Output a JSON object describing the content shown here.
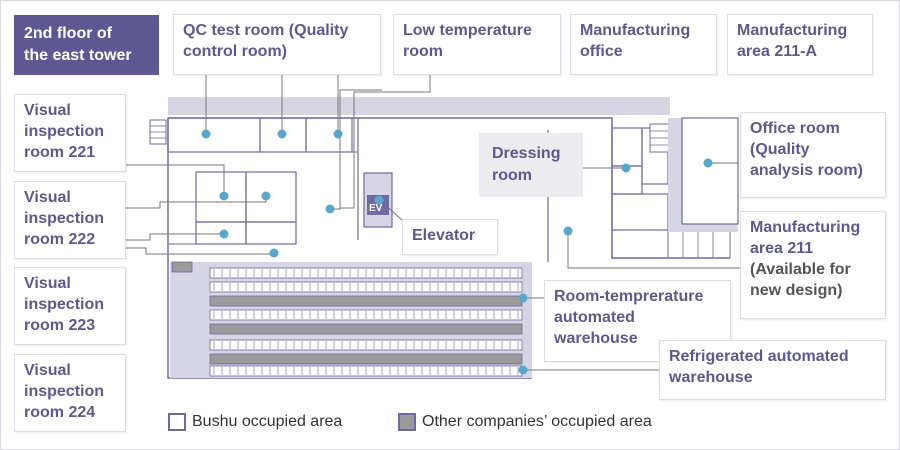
{
  "floor_title": {
    "line1": "2nd  floor of",
    "line2": "the east tower"
  },
  "labels": {
    "qc_test_room": {
      "line1": "QC test room (Quality",
      "line2": "control room)"
    },
    "low_temp_room": {
      "line1": "Low temperature",
      "line2": "room"
    },
    "manufacturing_office": {
      "line1": "Manufacturing",
      "line2": "office"
    },
    "mfg_area_211a": {
      "line1": "Manufacturing",
      "line2": "area 211-A"
    },
    "office_room": {
      "line1": "Office room",
      "line2": "(Quality",
      "line3": "analysis room)"
    },
    "mfg_area_211": {
      "line1": "Manufacturing",
      "line2": "area 211",
      "line3": "(Available for",
      "line4": "new design)"
    },
    "room_temp_warehouse": {
      "line1": "Room-temprerature",
      "line2": "automated",
      "line3": "warehouse"
    },
    "refrigerated_warehouse": {
      "line1": "Refrigerated automated",
      "line2": "warehouse"
    },
    "elevator": "Elevator",
    "dressing_room": {
      "line1": "Dressing",
      "line2": "room"
    },
    "visual_221": {
      "line1": "Visual",
      "line2": "inspection",
      "line3": "room 221"
    },
    "visual_222": {
      "line1": "Visual",
      "line2": "inspection",
      "line3": "room 222"
    },
    "visual_223": {
      "line1": "Visual",
      "line2": "inspection",
      "line3": "room 223"
    },
    "visual_224": {
      "line1": "Visual",
      "line2": "inspection",
      "line3": "room 224"
    }
  },
  "ev_mark": "EV",
  "legend": {
    "bushu": "Bushu occupied area",
    "other": "Other companies’ occupied area"
  },
  "colors": {
    "accent": "#5d5893",
    "line": "#6e6aa0",
    "marker": "#5aa7cc",
    "shade": "#d6d5e3",
    "text": "#5c5a8c"
  }
}
